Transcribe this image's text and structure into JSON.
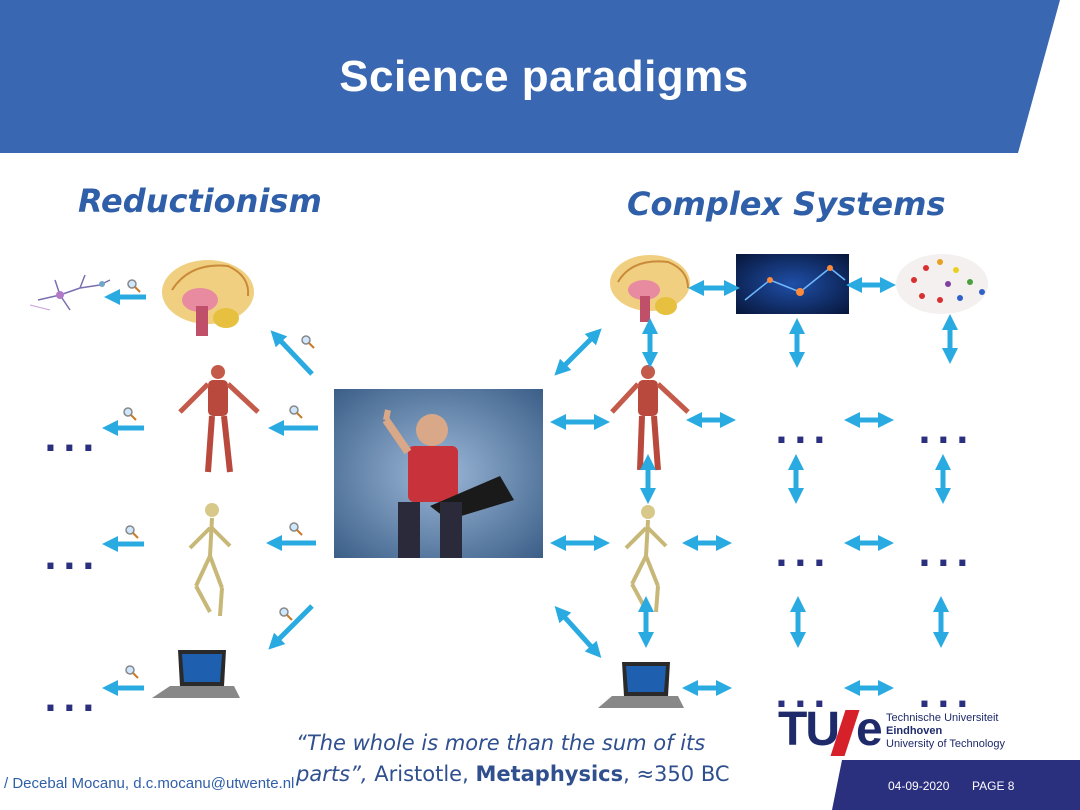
{
  "slide": {
    "title": "Science paradigms",
    "heading_left": "Reductionism",
    "heading_right": "Complex Systems",
    "ellipsis": "...",
    "quote_line1": "“The whole is more than the sum of its",
    "quote_line2_a": "parts”,",
    "quote_line2_b": " Aristotle, ",
    "quote_line2_c": "Metaphysics",
    "quote_line2_d": ", ≈350 BC"
  },
  "footer": {
    "author": "/ Decebal Mocanu, d.c.mocanu@utwente.nl",
    "date": "04-09-2020",
    "page": "PAGE 8"
  },
  "logo": {
    "mark_tu": "TU",
    "mark_e": "e",
    "line1": "Technische Universiteit",
    "line2": "Eindhoven",
    "line3": "University of Technology"
  },
  "colors": {
    "header_blue": "#3a67b1",
    "arrow_blue": "#29abe2",
    "heading_blue": "#2f5fa8",
    "dots_navy": "#2a2f7e"
  }
}
